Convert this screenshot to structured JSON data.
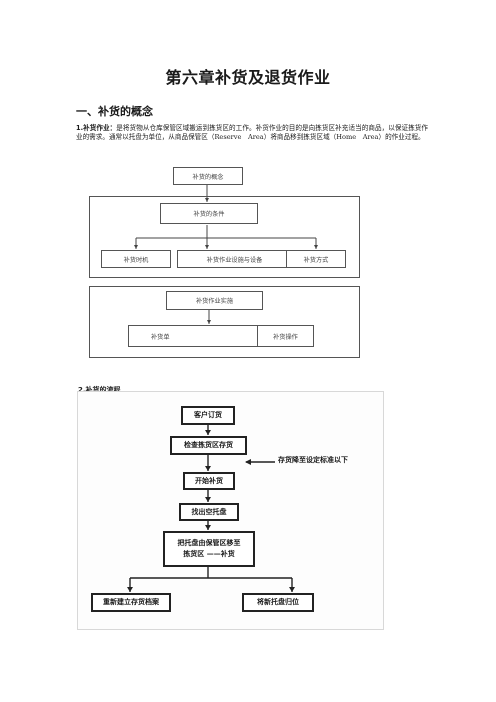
{
  "page": {
    "title": "第六章补货及退货作业",
    "section1_heading": "一、补货的概念",
    "para1_lead": "1.补货作业：",
    "para1_body": "是将货物从仓库保管区域搬运到拣货区的工作。补货作业的目的是向拣货区补充适当的商品，以保证拣货作业的需求。通常以托盘为单位，从商品保管区（Reserve　Area）将商品移到拣货区域（Home　Area）的作业过程。",
    "section2_heading": "2.补货的流程"
  },
  "concept_diagram": {
    "top": "补货的概念",
    "conditions": "补货的条件",
    "timing": "补货时机",
    "equipment": "补货作业设施与设备",
    "method": "补货方式",
    "implementation": "补货作业实施",
    "order": "补货单",
    "operation": "补货操作"
  },
  "flow_diagram": {
    "step1": "客户订货",
    "step2": "检查拣货区存货",
    "note": "存货降至设定标准以下",
    "step3": "开始补货",
    "step4": "找出空托盘",
    "step5_line1": "把托盘由保管区移至",
    "step5_line2": "拣货区 ——补货",
    "step6a": "重新建立存货档案",
    "step6b": "将新托盘归位"
  }
}
